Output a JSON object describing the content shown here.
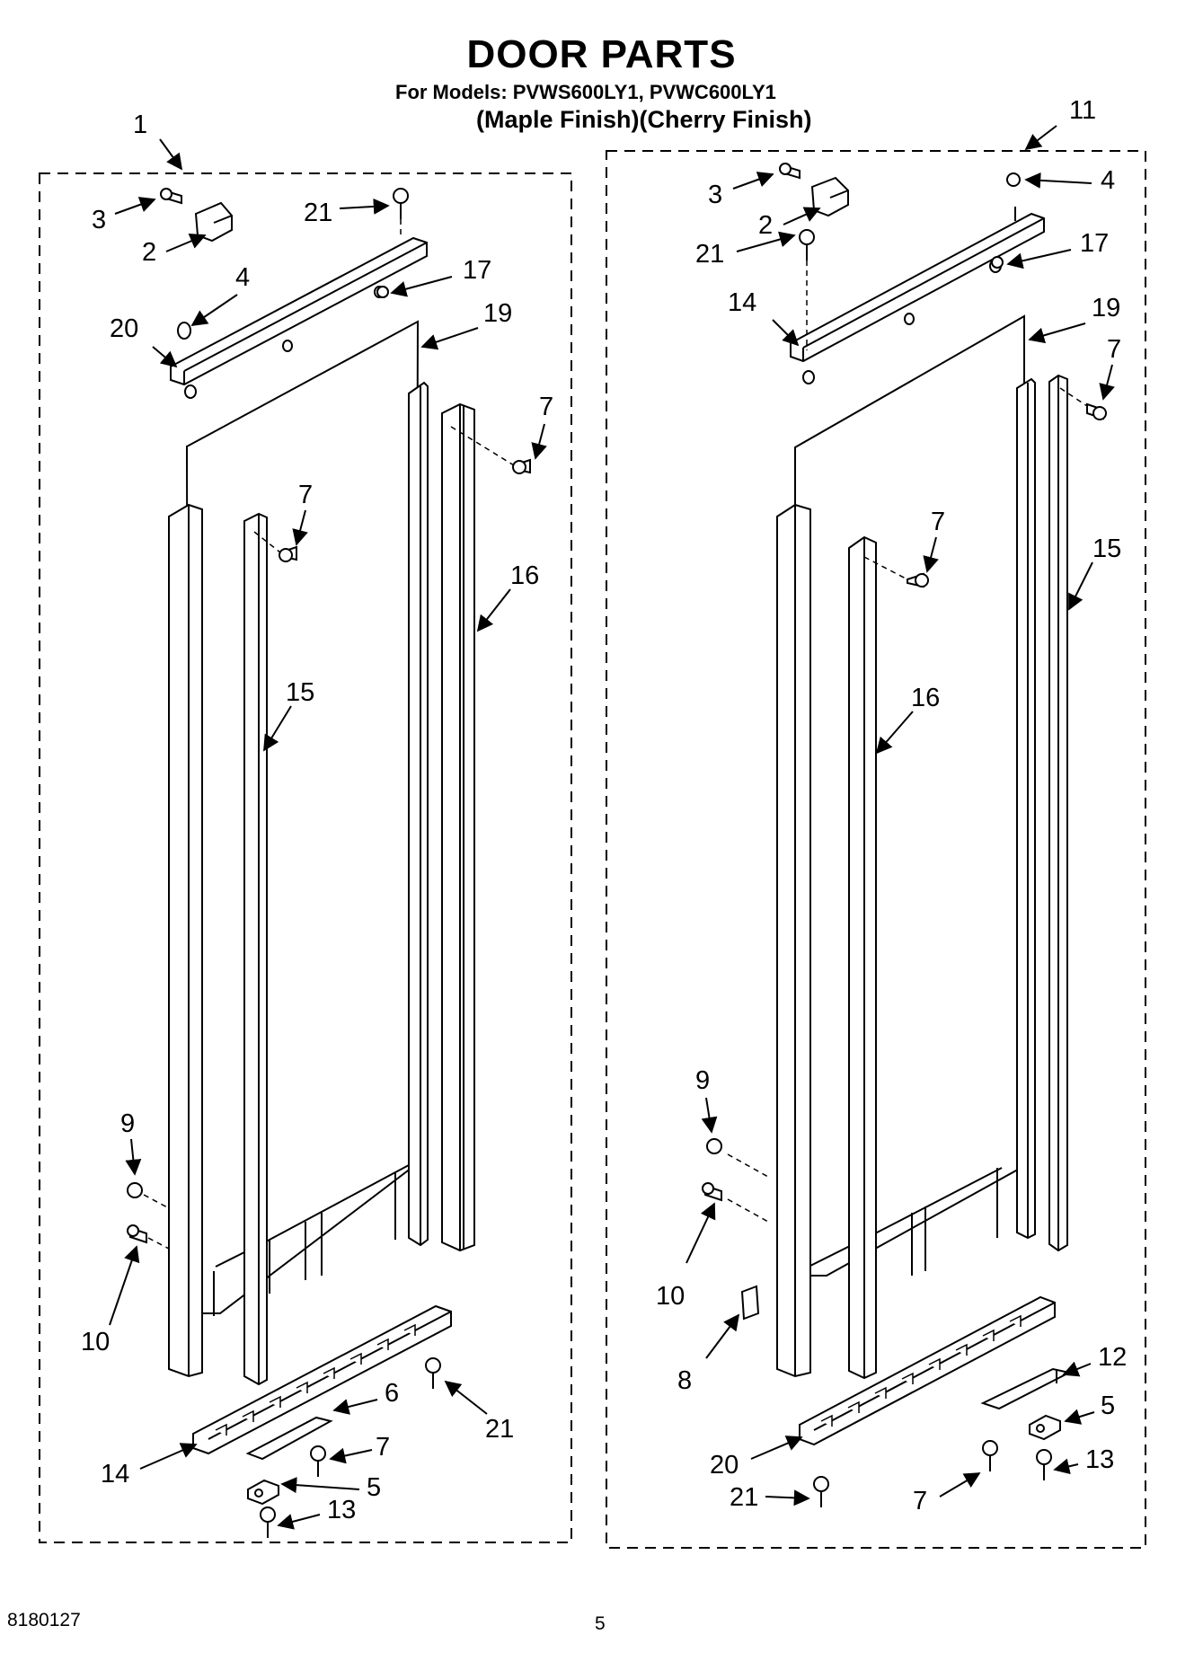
{
  "header": {
    "title": "DOOR PARTS",
    "models": "For Models: PVWS600LY1, PVWC600LY1",
    "finish": "(Maple Finish)(Cherry Finish)"
  },
  "footer": {
    "doc_number": "8180127",
    "page_number": "5"
  },
  "left_assembly": {
    "callouts": [
      "1",
      "3",
      "2",
      "21",
      "17",
      "4",
      "20",
      "19",
      "7",
      "7",
      "16",
      "15",
      "9",
      "10",
      "6",
      "21",
      "7",
      "14",
      "5",
      "13"
    ]
  },
  "right_assembly": {
    "callouts": [
      "11",
      "3",
      "4",
      "2",
      "21",
      "17",
      "14",
      "19",
      "7",
      "7",
      "15",
      "16",
      "9",
      "10",
      "8",
      "12",
      "5",
      "20",
      "13",
      "21",
      "7"
    ]
  }
}
